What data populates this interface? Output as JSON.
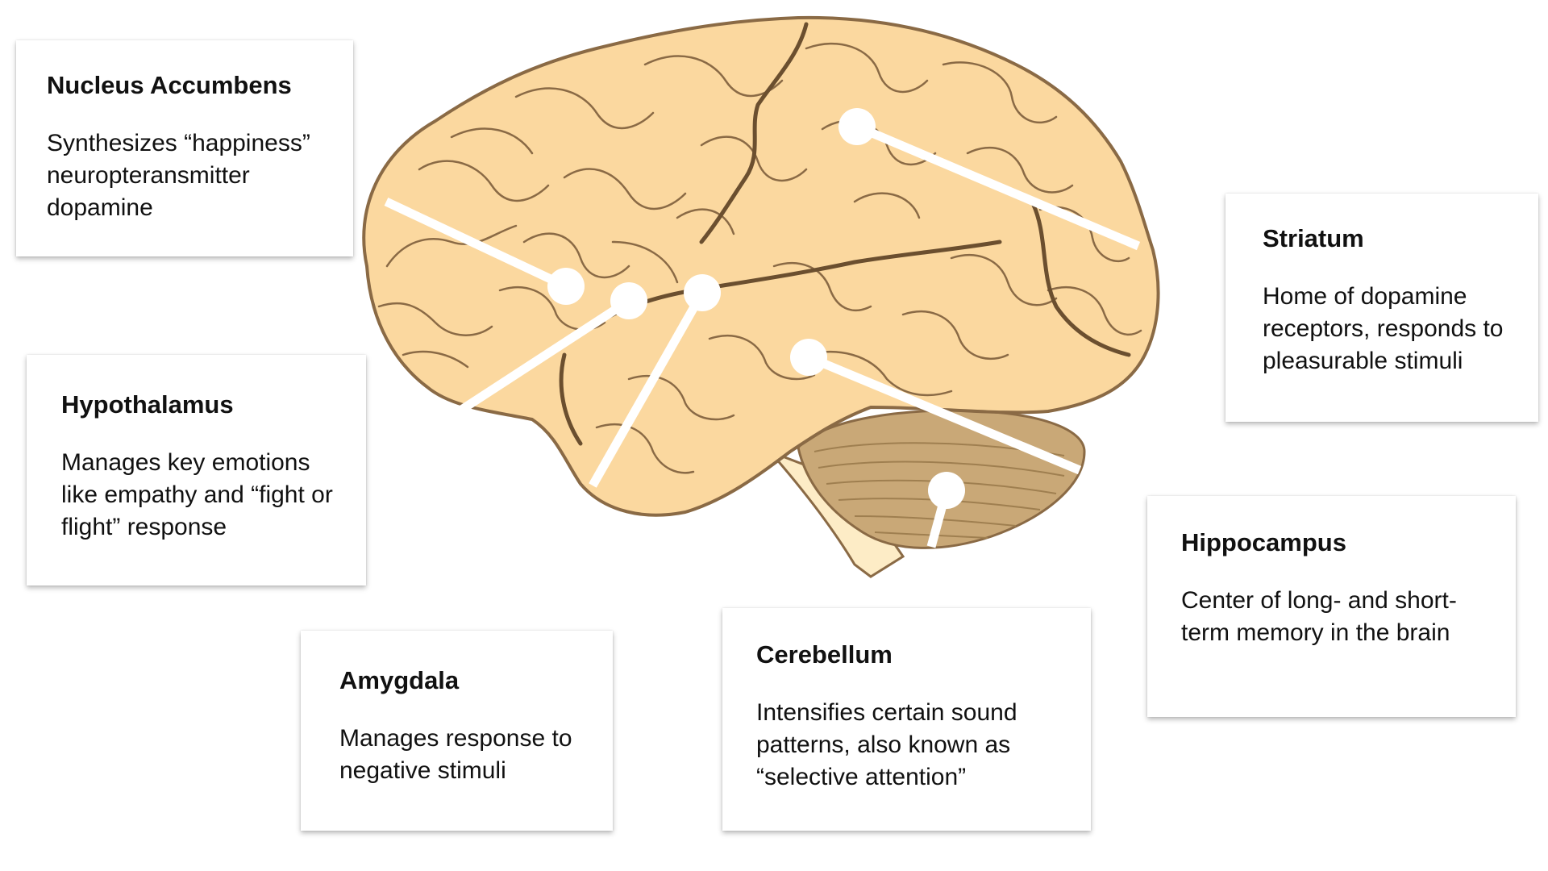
{
  "regions": [
    {
      "id": "nucleus",
      "title": "Nucleus Accumbens",
      "description": "Synthesizes “happiness” neuropteransmitter dopamine"
    },
    {
      "id": "hypothalamus",
      "title": "Hypothalamus",
      "description": "Manages key emotions like empathy and “fight or flight” response"
    },
    {
      "id": "amygdala",
      "title": "Amygdala",
      "description": "Manages response to negative stimuli"
    },
    {
      "id": "cerebellum",
      "title": "Cerebellum",
      "description": "Intensifies certain sound patterns, also known as “selective attention”"
    },
    {
      "id": "hippocampus",
      "title": "Hippocampus",
      "description": "Center of long- and short-term memory in the brain"
    },
    {
      "id": "striatum",
      "title": "Striatum",
      "description": "Home of dopamine receptors, responds to pleasurable stimuli"
    }
  ],
  "colors": {
    "brain_fill": "#fbd89f",
    "brain_outline": "#8a6a45",
    "cerebellum_fill": "#c9a877",
    "brainstem_fill": "#fdecc6",
    "connector": "#ffffff",
    "card_bg": "#ffffff",
    "text": "#111111"
  }
}
